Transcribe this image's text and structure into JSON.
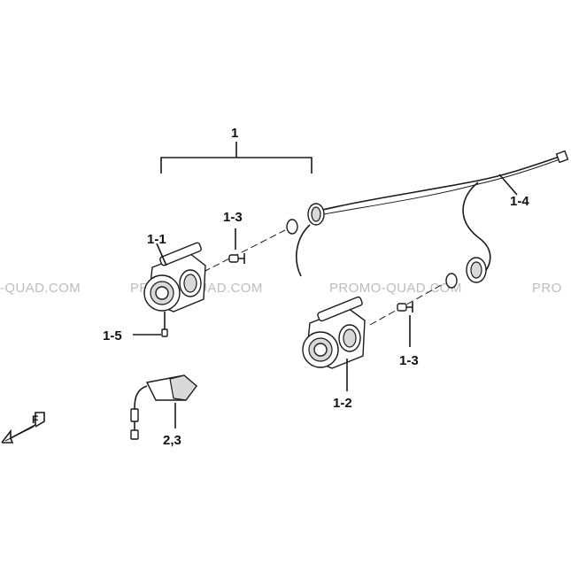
{
  "diagram": {
    "watermarks": [
      "-QUAD.COM",
      "PROMO-QUAD.COM",
      "PROMO-QUAD.COM",
      "PRO"
    ],
    "labels": {
      "assembly": "1",
      "lamp_left": "1-1",
      "bulb_left": "1-3",
      "bulb_right": "1-3",
      "harness": "1-4",
      "fastener": "1-5",
      "lamp_right": "1-2",
      "turn_signal": "2,3"
    },
    "arrow_letter": "F",
    "line_color": "#1a1a1a",
    "watermark_color": "#bdbdbd"
  }
}
